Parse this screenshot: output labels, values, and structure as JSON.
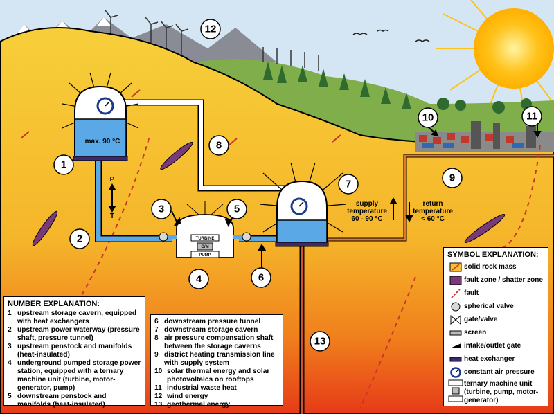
{
  "numbers": {
    "n1": "1",
    "n2": "2",
    "n3": "3",
    "n4": "4",
    "n5": "5",
    "n6": "6",
    "n7": "7",
    "n8": "8",
    "n9": "9",
    "n10": "10",
    "n11": "11",
    "n12": "12",
    "n13": "13"
  },
  "labels": {
    "max_temp": "max. 90 °C",
    "p": "P",
    "t": "T",
    "turbine": "TURBINE",
    "gm": "G/M",
    "pump": "PUMP",
    "supply_l1": "supply",
    "supply_l2": "temperature",
    "supply_l3": "60 - 90 °C",
    "return_l1": "return",
    "return_l2": "temperature",
    "return_l3": "< 60 °C"
  },
  "number_explanation": {
    "title": "NUMBER EXPLANATION:",
    "items": [
      {
        "n": "1",
        "text": "upstream storage cavern, equipped with heat exchangers"
      },
      {
        "n": "2",
        "text": "upstream power waterway (pressure shaft, pressure tunnel)"
      },
      {
        "n": "3",
        "text": "upstream penstock and manifolds (heat-insulated)"
      },
      {
        "n": "4",
        "text": "underground pumped storage power station, equipped with a ternary machine unit (turbine, motor-generator, pump)"
      },
      {
        "n": "5",
        "text": "downstream penstock and manifolds (heat-insulated)"
      }
    ],
    "items2": [
      {
        "n": "6",
        "text": "downstream pressure tunnel"
      },
      {
        "n": "7",
        "text": "downstream storage cavern"
      },
      {
        "n": "8",
        "text": "air pressure compensation shaft between the storage caverns"
      },
      {
        "n": "9",
        "text": "district heating transmission line with supply system"
      },
      {
        "n": "10",
        "text": "solar thermal energy and solar photovoltaics on rooftops"
      },
      {
        "n": "11",
        "text": "industrial waste heat"
      },
      {
        "n": "12",
        "text": "wind energy"
      },
      {
        "n": "13",
        "text": "geothermal energy"
      }
    ]
  },
  "symbol_explanation": {
    "title": "SYMBOL EXPLANATION:",
    "items": [
      {
        "icon": "solid-rock-icon",
        "text": "solid rock mass"
      },
      {
        "icon": "fault-zone-icon",
        "text": "fault zone / shatter zone"
      },
      {
        "icon": "fault-icon",
        "text": "fault"
      },
      {
        "icon": "spherical-valve-icon",
        "text": "spherical valve"
      },
      {
        "icon": "gate-valve-icon",
        "text": "gate/valve"
      },
      {
        "icon": "screen-icon",
        "text": "screen"
      },
      {
        "icon": "intake-gate-icon",
        "text": "intake/outlet gate"
      },
      {
        "icon": "heat-exchanger-icon",
        "text": "heat exchanger"
      },
      {
        "icon": "air-pressure-icon",
        "text": "constant air pressure"
      },
      {
        "icon": "ternary-unit-icon",
        "text": "ternary machine unit (turbine, pump, motor-generator)"
      }
    ]
  },
  "colors": {
    "sky": "#cfe3f2",
    "rock": "#f5c330",
    "rock_deep": "#f08a1a",
    "rock_hot": "#e8401a",
    "water": "#5aa9e6",
    "pipe_hot": "#d5502a",
    "fault_zone": "#7a3a7a",
    "sun": "#ffc21a"
  }
}
